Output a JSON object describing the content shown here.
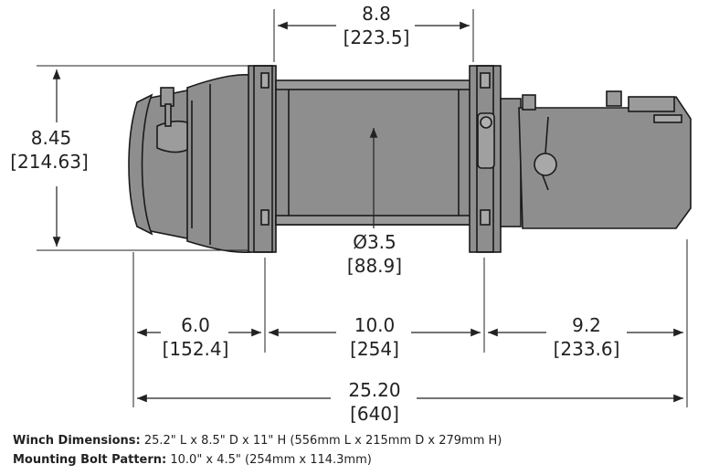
{
  "dimensions": {
    "drum_length": {
      "inches": "8.8",
      "mm": "[223.5]"
    },
    "height": {
      "inches": "8.45",
      "mm": "[214.63]"
    },
    "drum_diameter": {
      "inches": "Ø3.5",
      "mm": "[88.9]"
    },
    "motor_length": {
      "inches": "6.0",
      "mm": "[152.4]"
    },
    "mount_length": {
      "inches": "10.0",
      "mm": "[254]"
    },
    "control_length": {
      "inches": "9.2",
      "mm": "[233.6]"
    },
    "overall_length": {
      "inches": "25.20",
      "mm": "[640]"
    }
  },
  "specs": {
    "winch_label": "Winch Dimensions:",
    "winch_value": "25.2\" L x 8.5\" D x 11\" H (556mm L x 215mm D x 279mm H)",
    "bolt_label": "Mounting Bolt Pattern:",
    "bolt_value": "10.0\" x 4.5\" (254mm x 114.3mm)"
  },
  "colors": {
    "line": "#1a1a1a",
    "body": "#8e8e8e",
    "dim": "#222222"
  }
}
